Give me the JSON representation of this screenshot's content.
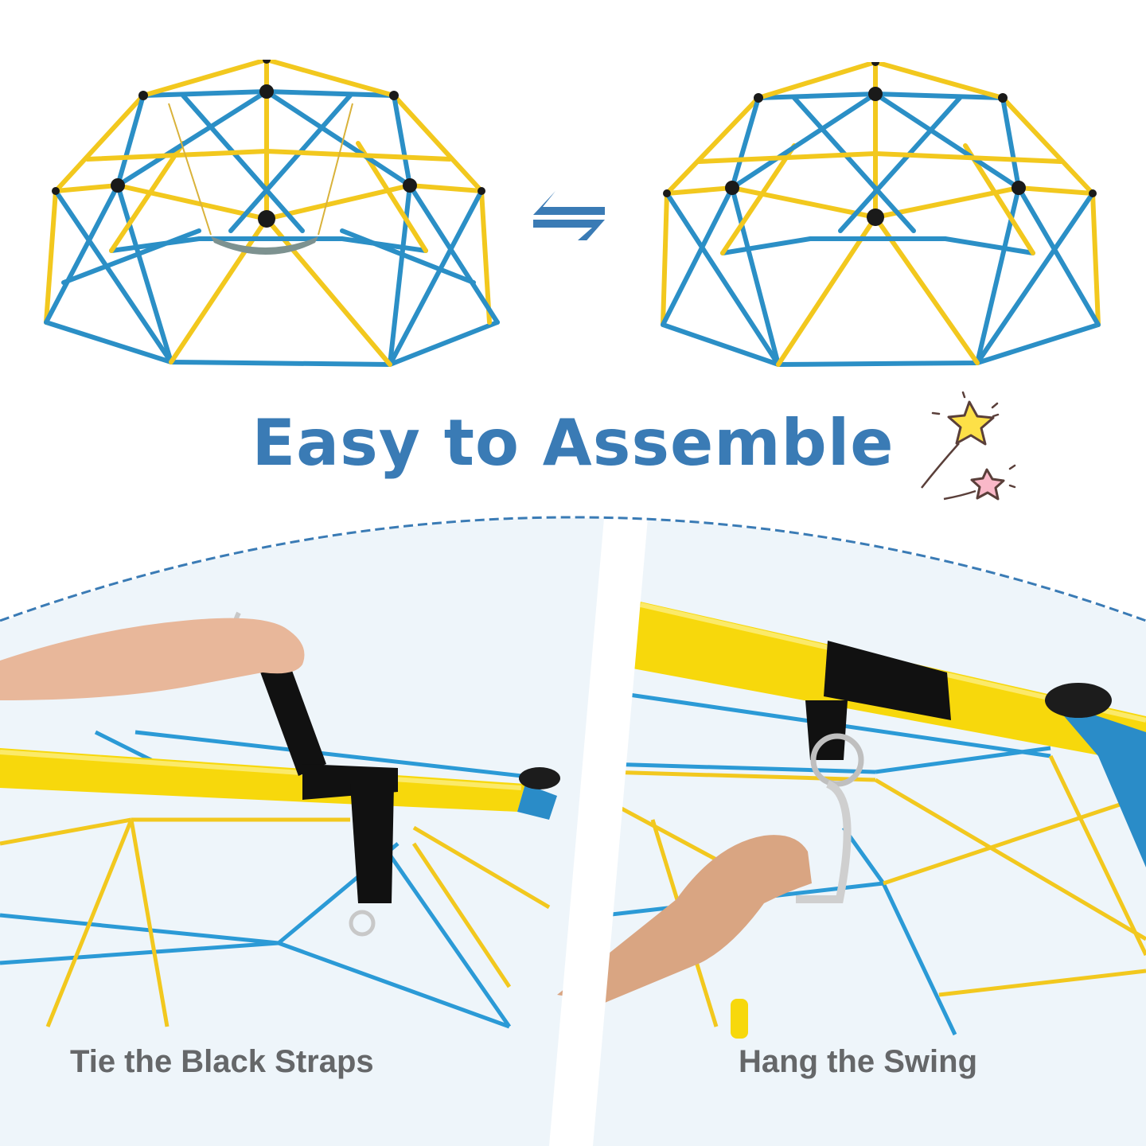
{
  "headline": "Easy to Assemble",
  "top_section": {
    "left_image": "dome-climber-with-swing",
    "right_image": "dome-climber-without-swing",
    "swap_icon": "swap-arrows-icon"
  },
  "decoration": {
    "icon": "shooting-stars-icon",
    "star_colors": [
      "#fde047",
      "#f9b8c8"
    ]
  },
  "steps": [
    {
      "image": "hand-holding-black-strap-on-yellow-bar",
      "caption": "Tie the Black Straps"
    },
    {
      "image": "hand-attaching-carabiner-to-strap",
      "caption": "Hang the Swing"
    }
  ],
  "colors": {
    "accent_blue": "#3a7bb5",
    "bar_yellow": "#f2c81e",
    "bar_blue": "#2b8fc6",
    "panel_bg": "#eef5fa",
    "caption_gray": "#656769"
  }
}
